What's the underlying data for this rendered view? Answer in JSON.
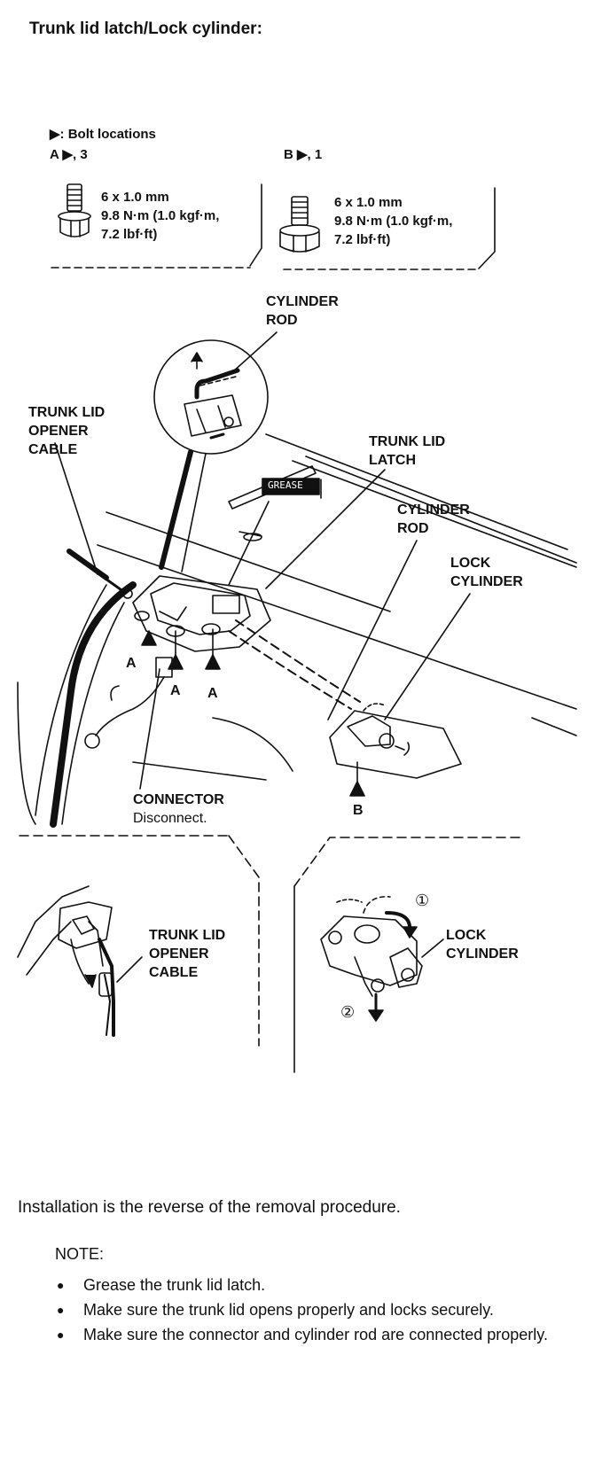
{
  "title": "Trunk lid latch/Lock cylinder:",
  "bolt_key": {
    "heading": "▶: Bolt locations",
    "a": {
      "label": "A ▶, 3",
      "size": "6 x 1.0 mm",
      "torque1": "9.8 N·m (1.0 kgf·m,",
      "torque2": "7.2 lbf·ft)"
    },
    "b": {
      "label": "B ▶, 1",
      "size": "6 x 1.0 mm",
      "torque1": "9.8 N·m (1.0 kgf·m,",
      "torque2": "7.2 lbf·ft)"
    }
  },
  "callouts": {
    "cylinder_rod_top": [
      "CYLINDER",
      "ROD"
    ],
    "opener_cable": [
      "TRUNK LID",
      "OPENER",
      "CABLE"
    ],
    "trunk_lid_latch": [
      "TRUNK LID",
      "LATCH"
    ],
    "cylinder_rod": [
      "CYLINDER",
      "ROD"
    ],
    "lock_cylinder": [
      "LOCK",
      "CYLINDER"
    ],
    "grease": "GREASE",
    "connector": "CONNECTOR",
    "connector_action": "Disconnect.",
    "bolt_a": "A",
    "bolt_b": "B",
    "detail_opener_cable": [
      "TRUNK LID",
      "OPENER",
      "CABLE"
    ],
    "detail_lock_cylinder": [
      "LOCK",
      "CYLINDER"
    ],
    "step1": "①",
    "step2": "②"
  },
  "installation_text": "Installation is the reverse of the removal procedure.",
  "note": {
    "heading": "NOTE:",
    "items": [
      "Grease the trunk lid latch.",
      "Make sure the trunk lid opens properly and locks securely.",
      "Make sure the connector and cylinder rod are connected properly."
    ]
  }
}
